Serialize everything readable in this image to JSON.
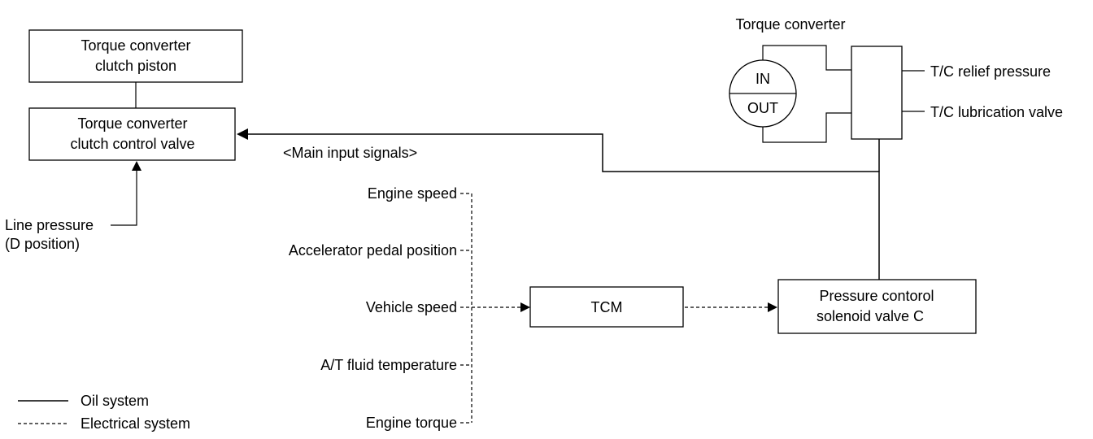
{
  "diagram": {
    "blocks": {
      "tcc_piston": [
        "Torque converter",
        "clutch piston"
      ],
      "tcc_control_valve": [
        "Torque converter",
        "clutch control valve"
      ],
      "tcm": "TCM",
      "pressure_solenoid": [
        "Pressure contorol",
        "solenoid valve C"
      ],
      "torque_converter_title": "Torque converter",
      "torque_converter_in": "IN",
      "torque_converter_out": "OUT"
    },
    "labels": {
      "line_pressure": [
        "Line pressure",
        "(D position)"
      ],
      "main_input_signals": "<Main input signals>",
      "tc_relief_pressure": "T/C relief pressure",
      "tc_lubrication_valve": "T/C lubrication valve"
    },
    "input_signals": [
      "Engine speed",
      "Accelerator pedal position",
      "Vehicle speed",
      "A/T fluid temperature",
      "Engine torque"
    ],
    "legend": {
      "oil": "Oil system",
      "electrical": "Electrical system"
    }
  }
}
